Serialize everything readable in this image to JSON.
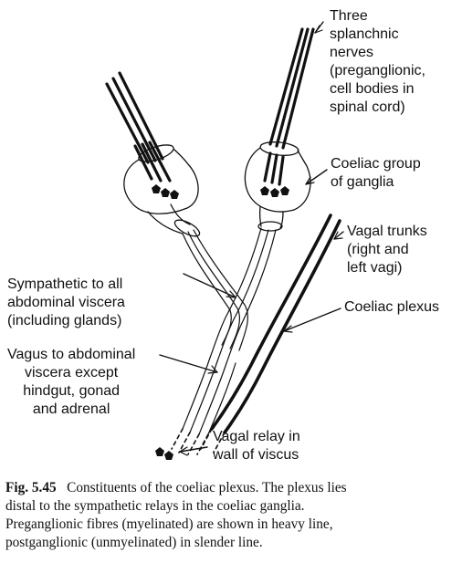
{
  "labels": {
    "splanchnic": [
      "Three",
      "splanchnic",
      "nerves",
      "(preganglionic,",
      "cell bodies in",
      "spinal cord)"
    ],
    "coeliac_group": [
      "Coeliac group",
      "of ganglia"
    ],
    "vagal_trunks": [
      "Vagal trunks",
      "(right and",
      "left vagi)"
    ],
    "coeliac_plexus": [
      "Coeliac plexus"
    ],
    "sympathetic": [
      "Sympathetic to all",
      "abdominal viscera",
      "(including glands)"
    ],
    "vagus": [
      "Vagus to abdominal",
      "viscera except",
      "hindgut, gonad",
      "and adrenal"
    ],
    "vagal_relay": [
      "Vagal relay in",
      "wall of viscus"
    ]
  },
  "caption": {
    "figure_number": "Fig. 5.45",
    "lines": [
      "Constituents of the coeliac plexus. The plexus lies",
      "distal to the sympathetic relays in the coeliac ganglia.",
      "Preganglionic fibres (myelinated) are shown in heavy line,",
      "postganglionic (unmyelinated) in slender line."
    ]
  }
}
